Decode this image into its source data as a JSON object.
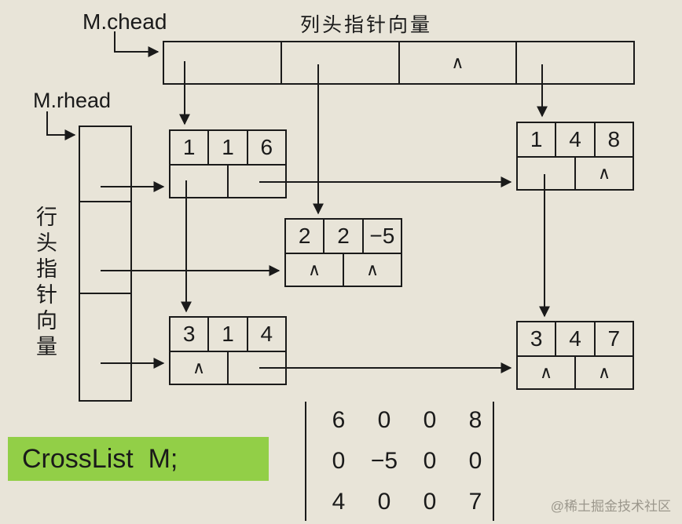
{
  "labels": {
    "chead": "M.chead",
    "rhead": "M.rhead",
    "col_title": "列头指针向量",
    "row_title": "行头指针向量",
    "code": "CrossList  M;",
    "watermark": "@稀土掘金技术社区"
  },
  "col_array": {
    "cells": [
      "",
      "",
      "∧",
      ""
    ]
  },
  "row_array": {
    "cells": [
      "",
      "",
      ""
    ]
  },
  "nodes": [
    {
      "id": "node-1-1-6",
      "row": "1",
      "col": "1",
      "val": "6",
      "down": "",
      "right": ""
    },
    {
      "id": "node-1-4-8",
      "row": "1",
      "col": "4",
      "val": "8",
      "down": "",
      "right": "∧"
    },
    {
      "id": "node-2-2-m5",
      "row": "2",
      "col": "2",
      "val": "−5",
      "down": "∧",
      "right": "∧"
    },
    {
      "id": "node-3-1-4",
      "row": "3",
      "col": "1",
      "val": "4",
      "down": "∧",
      "right": ""
    },
    {
      "id": "node-3-4-7",
      "row": "3",
      "col": "4",
      "val": "7",
      "down": "∧",
      "right": "∧"
    }
  ],
  "matrix": {
    "rows": [
      [
        "6",
        "0",
        "0",
        "8"
      ],
      [
        "0",
        "−5",
        "0",
        "0"
      ],
      [
        "4",
        "0",
        "0",
        "7"
      ]
    ]
  },
  "colors": {
    "background": "#e8e4d8",
    "highlight": "#92cf47",
    "line": "#1a1a1a"
  }
}
